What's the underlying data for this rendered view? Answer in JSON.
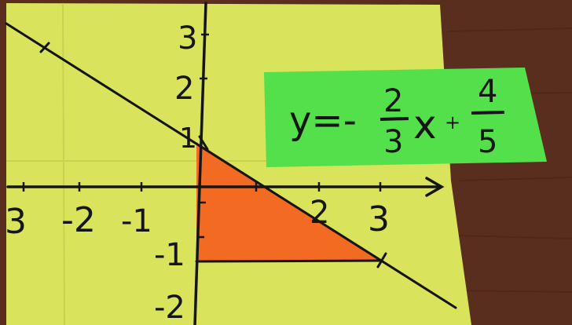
{
  "colors": {
    "paper": "#d9e35c",
    "wood": "#5a2e1f",
    "card": "#54e04a",
    "triangle": "#f36a22",
    "ink": "#151515"
  },
  "axes": {
    "y_labels": [
      "3",
      "2",
      "1",
      "-1",
      "-2"
    ],
    "x_labels": [
      "3",
      "-2",
      "-1",
      "2",
      "3"
    ]
  },
  "card": {
    "equation_left": "y=-",
    "fraction1_num": "2",
    "fraction1_den": "3",
    "variable": "x",
    "plus": "+",
    "fraction2_num": "4",
    "fraction2_den": "5"
  }
}
